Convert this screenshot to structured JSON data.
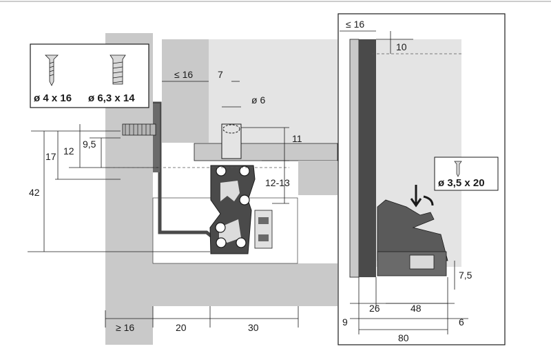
{
  "screws": {
    "screw_a_label": "ø 4 x 16",
    "screw_b_label": "ø 6,3 x 14",
    "screw_c_label": "ø 3,5 x 20"
  },
  "dimensions": {
    "d_16_top": "≤ 16",
    "d_16_left": "≤ 16",
    "d_7": "7",
    "d_6": "ø 6",
    "d_11": "11",
    "d_12_13": "12-13",
    "d_17": "17",
    "d_12": "12",
    "d_9_5": "9,5",
    "d_42": "42",
    "d_10": "10",
    "d_16_bottom": "≥ 16",
    "d_20": "20",
    "d_30": "30",
    "d_7_5": "7,5",
    "d_26": "26",
    "d_48": "48",
    "d_9": "9",
    "d_6_right": "6",
    "d_80": "80"
  },
  "colors": {
    "panel_gray": "#c9c9c9",
    "light_gray": "#e4e4e4",
    "rail_dark": "#4a4a4a",
    "line": "#1a1a1a"
  }
}
